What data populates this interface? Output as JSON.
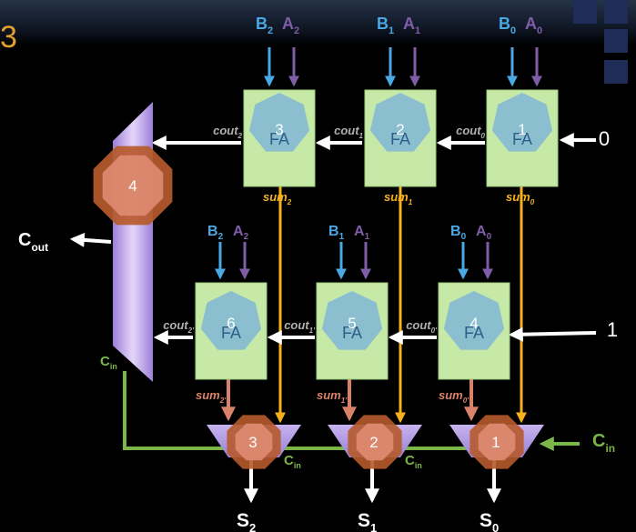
{
  "slide": {
    "number": "3"
  },
  "colors": {
    "background": "#000000",
    "fa_fill": "#c6e9a8",
    "heptagon": "#8bbfcf",
    "mux_fill": "#b79ee6",
    "octagon": "#b65a2c",
    "b_label": "#4aa8e4",
    "a_label": "#7f5da8",
    "sum_top": "#f5b21e",
    "sum_bottom": "#d9826a",
    "cin": "#7ab648",
    "wire": "#ffffff"
  },
  "top_row": {
    "adders": [
      {
        "b": "B",
        "b_sub": "2",
        "a": "A",
        "a_sub": "2",
        "fa": "FA",
        "num": "3",
        "cout": "cout",
        "cout_sub": "2",
        "sum": "sum",
        "sum_sub": "2"
      },
      {
        "b": "B",
        "b_sub": "1",
        "a": "A",
        "a_sub": "1",
        "fa": "FA",
        "num": "2",
        "cout": "cout",
        "cout_sub": "1",
        "sum": "sum",
        "sum_sub": "1"
      },
      {
        "b": "B",
        "b_sub": "0",
        "a": "A",
        "a_sub": "0",
        "fa": "FA",
        "num": "1",
        "cout": "cout",
        "cout_sub": "0",
        "sum": "sum",
        "sum_sub": "0"
      }
    ],
    "carry_in": "0"
  },
  "bottom_row": {
    "adders": [
      {
        "b": "B",
        "b_sub": "2",
        "a": "A",
        "a_sub": "2",
        "fa": "FA",
        "num": "6",
        "cout": "cout",
        "cout_sub": "2'",
        "sum": "sum",
        "sum_sub": "2'"
      },
      {
        "b": "B",
        "b_sub": "1",
        "a": "A",
        "a_sub": "1",
        "fa": "FA",
        "num": "5",
        "cout": "cout",
        "cout_sub": "1'",
        "sum": "sum",
        "sum_sub": "1'"
      },
      {
        "b": "B",
        "b_sub": "0",
        "a": "A",
        "a_sub": "0",
        "fa": "FA",
        "num": "4",
        "cout": "cout",
        "cout_sub": "0'",
        "sum": "sum",
        "sum_sub": "0'"
      }
    ],
    "carry_in": "1"
  },
  "muxes": [
    {
      "num": "3",
      "select": "C",
      "select_sub": "in",
      "output": "S",
      "output_sub": "2"
    },
    {
      "num": "2",
      "select": "C",
      "select_sub": "in",
      "output": "S",
      "output_sub": "1"
    },
    {
      "num": "1",
      "select": "",
      "select_sub": "",
      "output": "S",
      "output_sub": "0"
    }
  ],
  "carry_mux": {
    "num": "4",
    "select": "C",
    "select_sub": "in",
    "output": "C",
    "output_sub": "out"
  },
  "cin_input": {
    "label": "C",
    "sub": "in"
  }
}
